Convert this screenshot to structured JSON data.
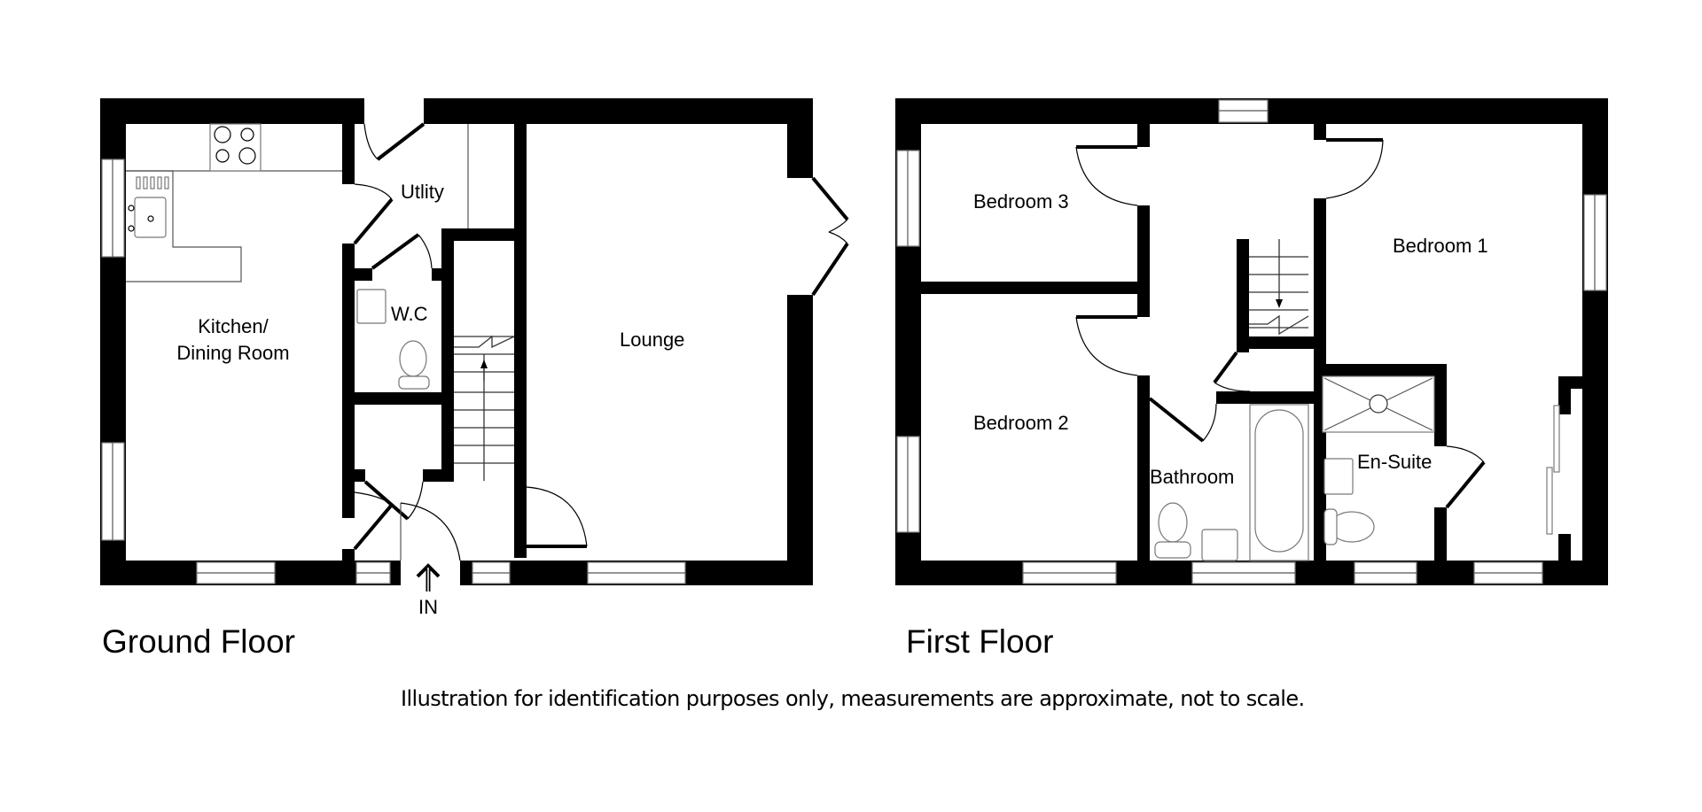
{
  "floors": [
    {
      "title": "Ground Floor",
      "rooms": [
        {
          "name": "Kitchen/ Dining Room",
          "line1": "Kitchen/",
          "line2": "Dining Room"
        },
        {
          "name": "Utlity"
        },
        {
          "name": "W.C"
        },
        {
          "name": "Lounge"
        }
      ],
      "entrance_label": "IN"
    },
    {
      "title": "First Floor",
      "rooms": [
        {
          "name": "Bedroom 3"
        },
        {
          "name": "Bedroom 1"
        },
        {
          "name": "Bedroom 2"
        },
        {
          "name": "Bathroom"
        },
        {
          "name": "En-Suite"
        }
      ]
    }
  ],
  "disclaimer": "Illustration for identification purposes only, measurements are approximate, not to scale.",
  "colors": {
    "walls": "#000000",
    "background": "#ffffff",
    "fixtures": "#777777"
  }
}
